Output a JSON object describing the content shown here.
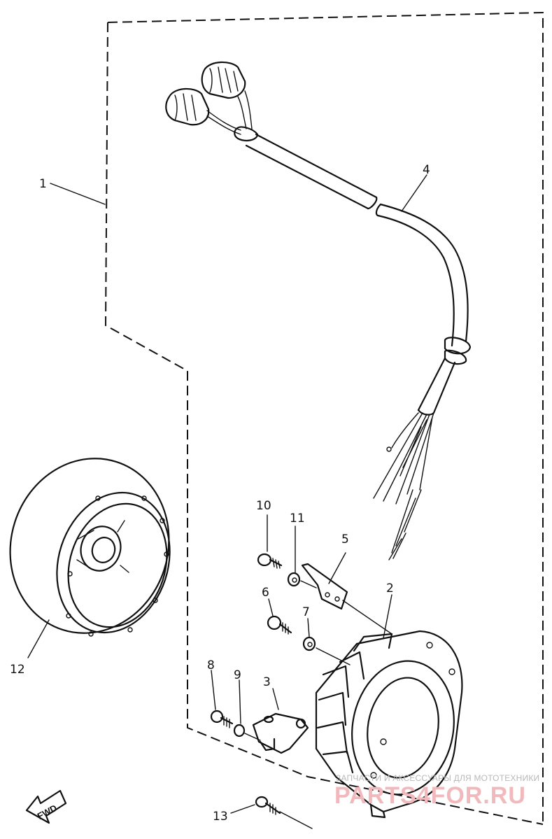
{
  "diagram": {
    "callouts": [
      {
        "id": "1",
        "text": "1"
      },
      {
        "id": "2",
        "text": "2"
      },
      {
        "id": "3",
        "text": "3"
      },
      {
        "id": "4",
        "text": "4"
      },
      {
        "id": "5",
        "text": "5"
      },
      {
        "id": "6",
        "text": "6"
      },
      {
        "id": "7",
        "text": "7"
      },
      {
        "id": "8",
        "text": "8"
      },
      {
        "id": "9",
        "text": "9"
      },
      {
        "id": "10",
        "text": "10"
      },
      {
        "id": "11",
        "text": "11"
      },
      {
        "id": "12",
        "text": "12"
      },
      {
        "id": "13",
        "text": "13"
      }
    ],
    "direction_marker": "FWD"
  },
  "watermark": {
    "tagline": "ЗАПЧАСТИ И АКСЕССУАРЫ ДЛЯ МОТОТЕХНИКИ",
    "brand": "PARTS4FOR.RU"
  }
}
